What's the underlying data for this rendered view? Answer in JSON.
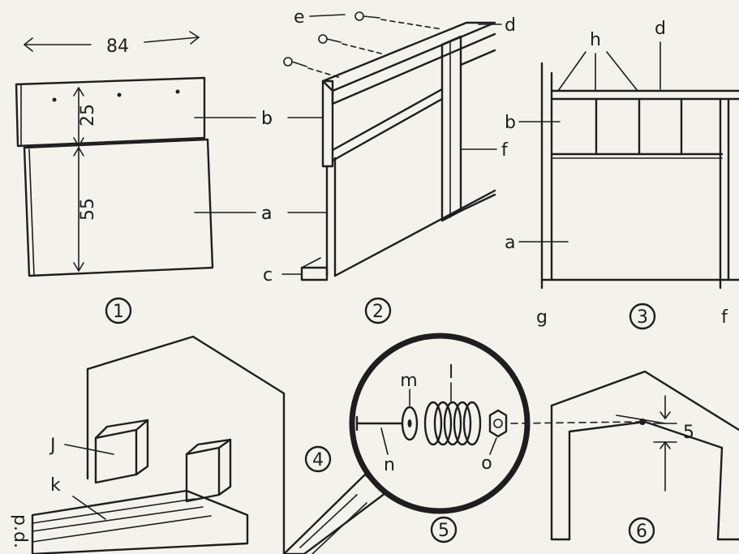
{
  "panels": {
    "p1": {
      "number": "1",
      "width": "84",
      "top_height": "25",
      "bottom_height": "55",
      "label_b": "b",
      "label_a": "a"
    },
    "p2": {
      "number": "2",
      "label_e": "e",
      "label_d": "d",
      "label_b": "b",
      "label_f": "f",
      "label_a": "a",
      "label_c": "c"
    },
    "p3": {
      "number": "3",
      "label_h": "h",
      "label_d": "d",
      "label_b": "b",
      "label_a": "a",
      "label_g": "g",
      "label_f": "f"
    },
    "p4": {
      "number": "4",
      "label_j": "J",
      "label_k": "k"
    },
    "p5": {
      "number": "5",
      "label_m": "m",
      "label_l": "l",
      "label_n": "n",
      "label_o": "o"
    },
    "p6": {
      "number": "6",
      "measure": "5"
    }
  },
  "signature": "p.d."
}
